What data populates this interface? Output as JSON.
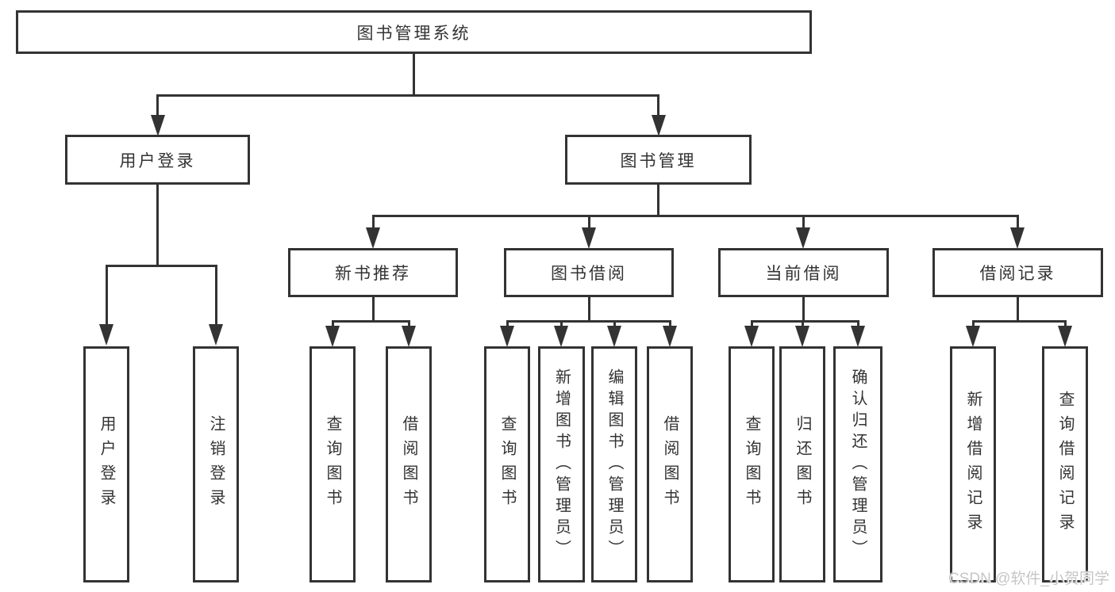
{
  "diagram": {
    "root": {
      "label": "图书管理系统"
    },
    "user_branch": {
      "label": "用户登录",
      "children": [
        {
          "label": "用户登录"
        },
        {
          "label": "注销登录"
        }
      ]
    },
    "book_branch": {
      "label": "图书管理",
      "sections": [
        {
          "label": "新书推荐",
          "children": [
            {
              "label": "查询图书"
            },
            {
              "label": "借阅图书"
            }
          ]
        },
        {
          "label": "图书借阅",
          "children": [
            {
              "label": "查询图书"
            },
            {
              "label": "新增图书（管理员）"
            },
            {
              "label": "编辑图书（管理员）"
            },
            {
              "label": "借阅图书"
            }
          ]
        },
        {
          "label": "当前借阅",
          "children": [
            {
              "label": "查询图书"
            },
            {
              "label": "归还图书"
            },
            {
              "label": "确认归还（管理员）"
            }
          ]
        },
        {
          "label": "借阅记录",
          "children": [
            {
              "label": "新增借阅记录"
            },
            {
              "label": "查询借阅记录"
            }
          ]
        }
      ]
    }
  },
  "watermark": {
    "text": "CSDN @软件_小贺同学"
  },
  "colors": {
    "line": "#333333",
    "box_border": "#333333",
    "box_background": "#ffffff",
    "text": "#333333",
    "watermark": "#c6c6c6",
    "background": "#ffffff"
  }
}
